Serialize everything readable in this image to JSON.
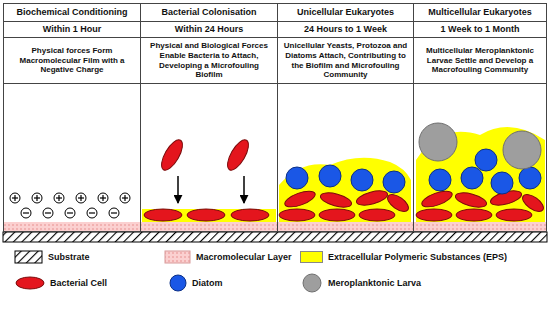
{
  "diagram": {
    "nodes": [
      {
        "text": [
          "Biochemical Conditioning",
          "Within 1 Hour",
          "Physical forces Form Macromolecular Film with a Negative Charge"
        ]
      },
      {
        "text": [
          "Bacterial Colonisation",
          "Within 24 Hours",
          "Physical and Biological Forces Enable Bacteria to Attach, Developing a Microfouling Biofilm"
        ]
      },
      {
        "text": [
          "Unicellular Eukaryotes",
          "24 Hours to 1 Week",
          "Unicellular Yeasts, Protozoa and Diatoms Attach, Contributing to the Biofilm and Microfouling Community"
        ]
      },
      {
        "text": [
          "Multicellular Eukaryotes",
          "1 Week to 1 Month",
          "Multicellular Meroplanktonic Larvae Settle and Develop a Macrofouling Community"
        ]
      }
    ],
    "legend": [
      {
        "text": "Substrate"
      },
      {
        "text": "Macromolecular Layer"
      },
      {
        "text": "Extracellular Polymeric Substances (EPS)",
        "color": "#ffff00"
      },
      {
        "text": "Bacterial Cell"
      },
      {
        "text": "Diatom"
      },
      {
        "text": "Meroplanktonic Larva"
      }
    ]
  }
}
